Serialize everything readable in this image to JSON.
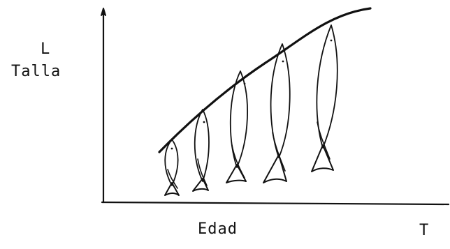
{
  "diagram": {
    "y_axis_symbol": "L",
    "y_axis_label": "Talla",
    "x_axis_label": "Edad",
    "x_axis_symbol": "T",
    "ink_color": "#111111",
    "background": "#ffffff",
    "fish_count": 5,
    "fish_icon": "fish-icon",
    "curve": "growth-curve"
  }
}
